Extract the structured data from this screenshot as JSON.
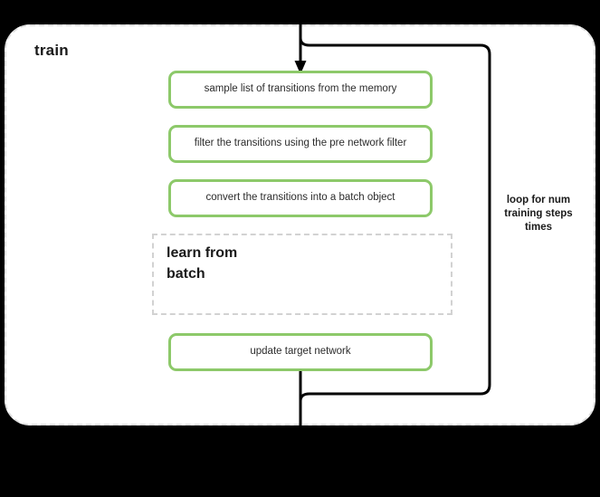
{
  "diagram": {
    "title": "train",
    "background_color": "#000000",
    "canvas_color": "#ffffff",
    "accent_color": "#8dc96a",
    "dashed_border_color": "#e0e0e0",
    "connector_color": "#000000"
  },
  "steps": [
    {
      "id": "sample",
      "label": "sample list of transitions from the memory"
    },
    {
      "id": "filter",
      "label": "filter the transitions using the pre network filter"
    },
    {
      "id": "convert",
      "label": "convert the transitions into a batch object"
    },
    {
      "id": "update",
      "label": "update target network"
    }
  ],
  "group": {
    "id": "learn-from-batch",
    "label": "learn from\nbatch"
  },
  "loop": {
    "label": "loop for num\ntraining steps\ntimes"
  }
}
